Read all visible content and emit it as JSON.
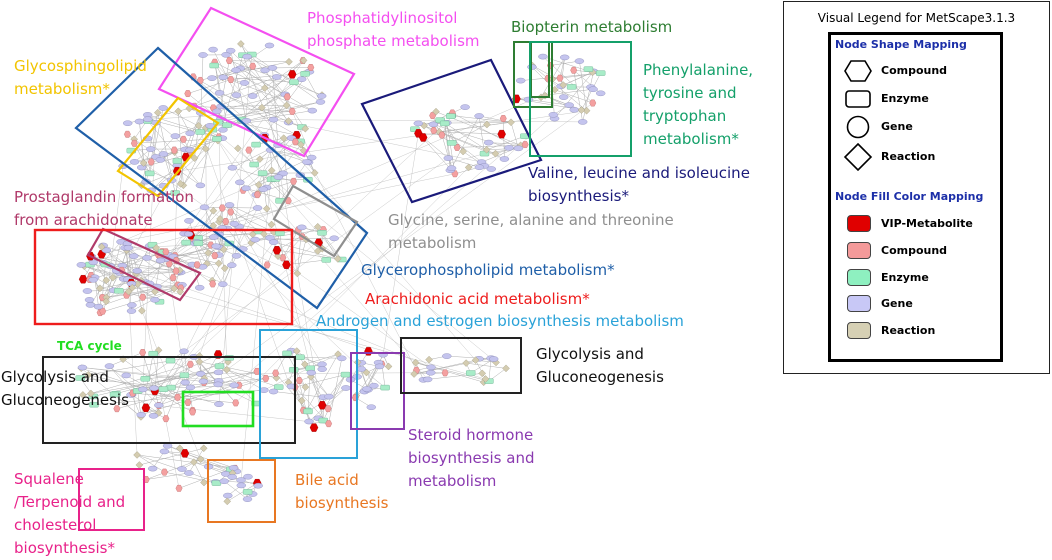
{
  "labels": {
    "phosphatidylinositol": [
      "Phosphatidylinositol",
      "phosphate metabolism"
    ],
    "biopterin": [
      "Biopterin metabolism"
    ],
    "glycosphingolipid": [
      "Glycosphingolipid",
      "metabolism*"
    ],
    "phenylalanine": [
      "Phenylalanine,",
      "tyrosine and",
      "tryptophan",
      "metabolism*"
    ],
    "valine": [
      "Valine, leucine and isoleucine",
      "biosynthesis*"
    ],
    "prostaglandin": [
      "Prostaglandin formation",
      "from arachidonate"
    ],
    "glycine": [
      "Glycine, serine, alanine and threonine",
      "metabolism"
    ],
    "glycerophospholipid": [
      "Glycerophospholipid metabolism*"
    ],
    "arachidonic": [
      "Arachidonic acid metabolism*"
    ],
    "androgen": [
      "Androgen and estrogen biosynthesis metabolism"
    ],
    "tca": [
      "TCA cycle"
    ],
    "glycolysis_left": [
      "Glycolysis and",
      "Gluconeogenesis"
    ],
    "glycolysis_right": [
      "Glycolysis and",
      "Gluconeogenesis"
    ],
    "steroid": [
      "Steroid hormone",
      "biosynthesis and",
      "metabolism"
    ],
    "bile": [
      "Bile acid",
      "biosynthesis"
    ],
    "squalene": [
      "Squalene",
      "/Terpenoid and",
      "cholesterol",
      "biosynthesis*"
    ]
  },
  "colors": {
    "phosphatidylinositol": "#f44ff0",
    "biopterin": "#2e7d32",
    "glycosphingolipid": "#f2c400",
    "phenylalanine": "#14a06a",
    "valine": "#1a1a7a",
    "prostaglandin": "#b03a6a",
    "glycine": "#8f8f8f",
    "glycerophospholipid": "#1f5fa8",
    "arachidonic": "#ee1c1c",
    "androgen": "#2aa2d8",
    "tca": "#22dd22",
    "glycolysis": "#222222",
    "steroid": "#8a3ab0",
    "bile": "#e87722",
    "squalene": "#e8228a",
    "node_vip": "#e00000",
    "node_compound": "#f4a0a0",
    "node_enzyme": "#a8ecc8",
    "node_gene": "#c4c4ee",
    "node_reaction": "#d4ccb0",
    "edge": "#b0b0b0"
  },
  "legend": {
    "title": "Visual Legend for MetScape3.1.3",
    "shape_heading": "Node Shape Mapping",
    "shape_items": [
      {
        "icon": "hexagon-icon",
        "label": "Compound"
      },
      {
        "icon": "rounded-rect-icon",
        "label": "Enzyme"
      },
      {
        "icon": "circle-icon",
        "label": "Gene"
      },
      {
        "icon": "diamond-icon",
        "label": "Reaction"
      }
    ],
    "color_heading": "Node Fill Color Mapping",
    "color_items": [
      {
        "label": "VIP-Metabolite",
        "color": "#e00000"
      },
      {
        "label": "Compound",
        "color": "#f49a9a"
      },
      {
        "label": "Enzyme",
        "color": "#8ef0c0"
      },
      {
        "label": "Gene",
        "color": "#c8c8f6"
      },
      {
        "label": "Reaction",
        "color": "#d6d0b4"
      }
    ]
  }
}
